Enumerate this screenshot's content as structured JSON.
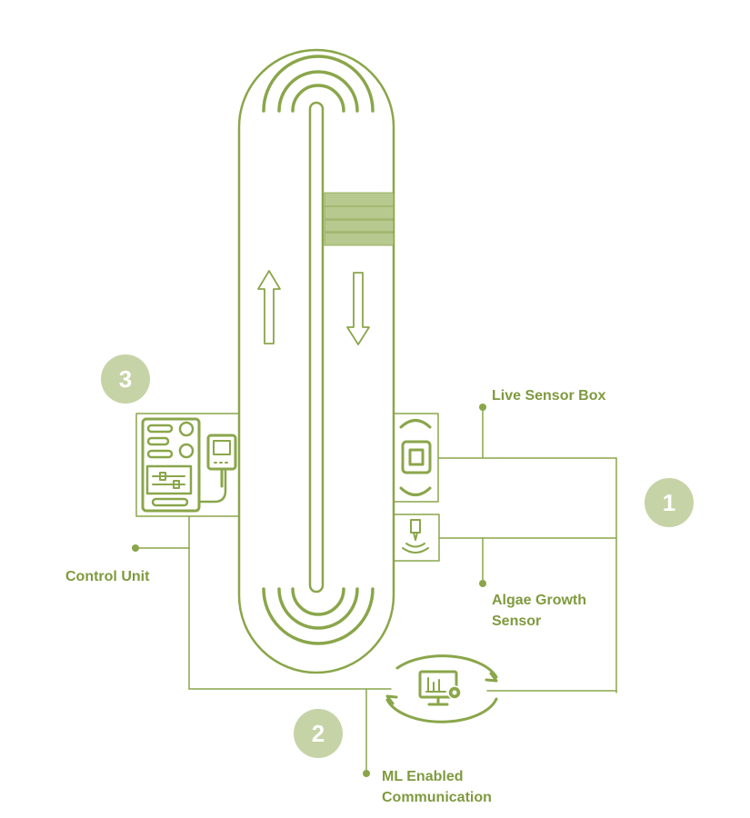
{
  "colors": {
    "primary": "#8aa64a",
    "label": "#7f9a3f",
    "badge_bg": "#c6d3a6",
    "band": "#b8c98f"
  },
  "labels": {
    "live_sensor_box": "Live Sensor Box",
    "algae_growth_line1": "Algae Growth",
    "algae_growth_line2": "Sensor",
    "control_unit": "Control Unit",
    "ml_line1": "ML Enabled",
    "ml_line2": "Communication"
  },
  "badges": {
    "one": "1",
    "two": "2",
    "three": "3"
  },
  "icons": {
    "control_unit": "control-panel-icon",
    "live_sensor": "sensor-box-icon",
    "algae_sensor": "growth-sensor-icon",
    "ml": "monitor-gear-icon"
  }
}
